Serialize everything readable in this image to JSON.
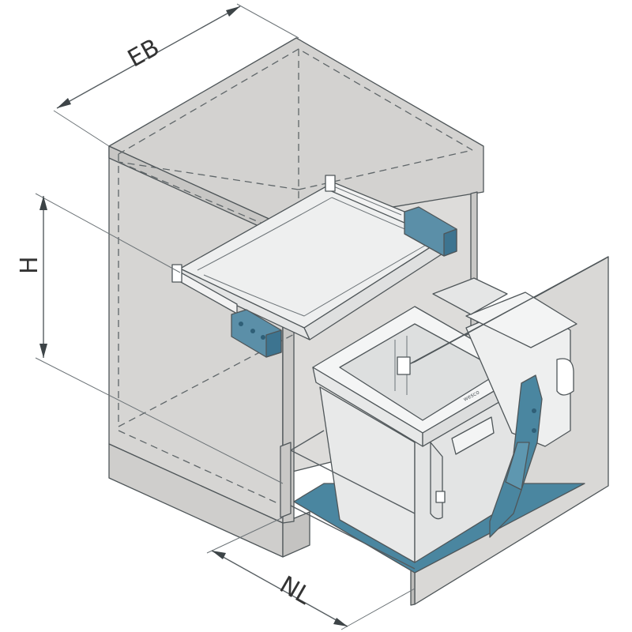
{
  "dimensions": {
    "width_label": "EB",
    "height_label": "H",
    "depth_label": "NL"
  },
  "product": {
    "brand_mark": "wesco"
  },
  "colors": {
    "cabinet": "#d9d8d6",
    "cabinet_dark": "#c9c8c6",
    "accent_blue": "#4a86a0",
    "bin": "#eceded",
    "line": "#555c60"
  }
}
